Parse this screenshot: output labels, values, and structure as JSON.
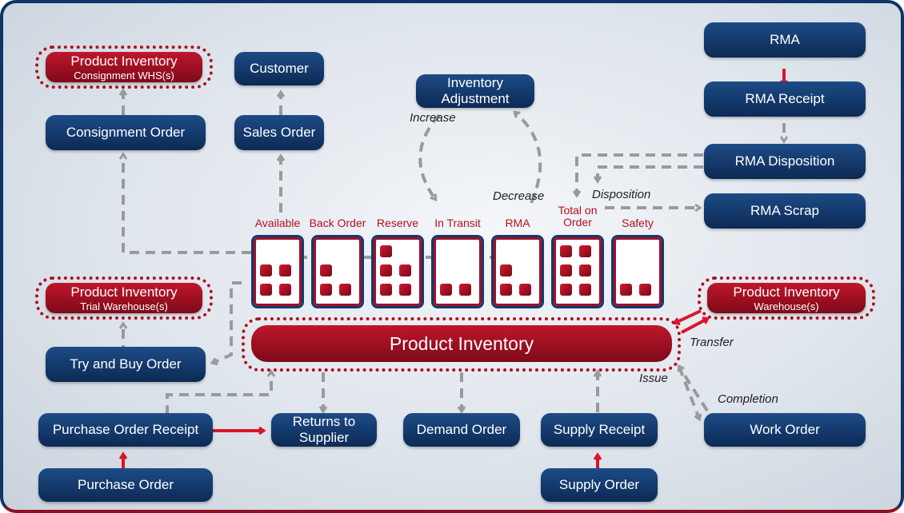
{
  "nodes": {
    "product_inventory_consignment": {
      "title": "Product Inventory",
      "subtitle": "Consignment WHS(s)"
    },
    "customer": "Customer",
    "consignment_order": "Consignment Order",
    "sales_order": "Sales Order",
    "inventory_adjustment": "Inventory Adjustment",
    "rma": "RMA",
    "rma_receipt": "RMA Receipt",
    "rma_disposition": "RMA Disposition",
    "rma_scrap": "RMA Scrap",
    "product_inventory_trial": {
      "title": "Product Inventory",
      "subtitle": "Trial Warehouse(s)"
    },
    "product_inventory_warehouse": {
      "title": "Product Inventory",
      "subtitle": "Warehouse(s)"
    },
    "try_and_buy_order": "Try and Buy Order",
    "product_inventory": "Product Inventory",
    "purchase_order_receipt": "Purchase Order Receipt",
    "returns_to_supplier": "Returns to Supplier",
    "demand_order": "Demand Order",
    "supply_receipt": "Supply Receipt",
    "work_order": "Work Order",
    "purchase_order": "Purchase Order",
    "supply_order": "Supply Order"
  },
  "categories": [
    {
      "label": "Available",
      "count": 4
    },
    {
      "label": "Back Order",
      "count": 3
    },
    {
      "label": "Reserve",
      "count": 5
    },
    {
      "label": "In Transit",
      "count": 2
    },
    {
      "label": "RMA",
      "count": 3
    },
    {
      "label": "Total on Order",
      "count": 6
    },
    {
      "label": "Safety",
      "count": 2
    }
  ],
  "edge_labels": {
    "increase": "Increase",
    "decrease": "Decrease",
    "disposition": "Disposition",
    "transfer": "Transfer",
    "issue": "Issue",
    "completion": "Completion"
  },
  "colors": {
    "navy": "#0f3566",
    "red": "#b3101f",
    "arrow_gray": "#9a9a9a",
    "arrow_red": "#d9142b"
  }
}
